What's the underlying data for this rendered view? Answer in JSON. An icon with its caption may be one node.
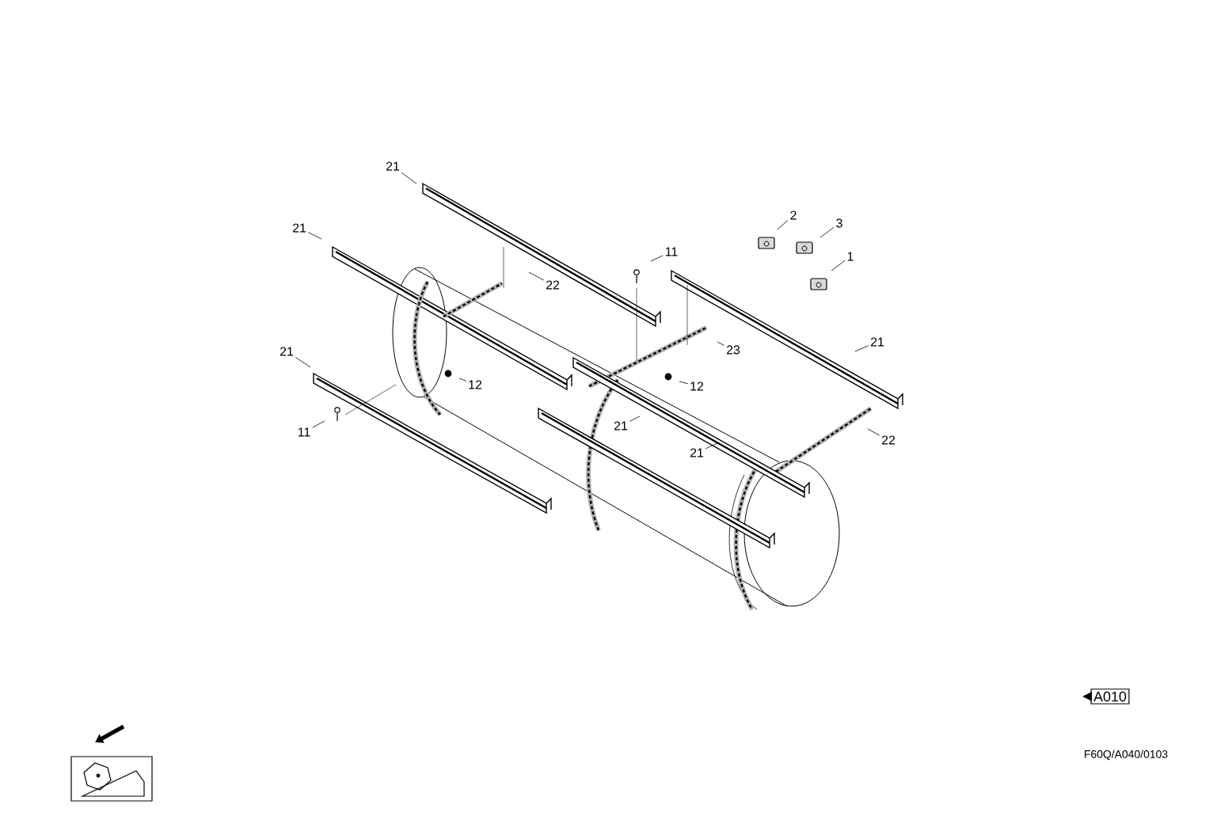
{
  "diagram": {
    "nodes": [
      {
        "text": [
          "21"
        ]
      },
      {
        "text": [
          "2"
        ]
      },
      {
        "text": [
          "3"
        ]
      },
      {
        "text": [
          "21"
        ]
      },
      {
        "text": [
          "11"
        ]
      },
      {
        "text": [
          "1"
        ]
      },
      {
        "text": [
          "22"
        ]
      },
      {
        "text": [
          "23"
        ]
      },
      {
        "text": [
          "21"
        ]
      },
      {
        "text": [
          "21"
        ]
      },
      {
        "text": [
          "12"
        ]
      },
      {
        "text": [
          "12"
        ]
      },
      {
        "text": [
          "21"
        ]
      },
      {
        "text": [
          "11"
        ]
      },
      {
        "text": [
          "22"
        ]
      },
      {
        "text": [
          "21"
        ]
      },
      {
        "text": [
          "A010"
        ]
      }
    ],
    "edges": [
      {
        "from": 0,
        "to": null,
        "arrow": "none"
      },
      {
        "from": 1,
        "to": null,
        "arrow": "none"
      },
      {
        "from": 2,
        "to": null,
        "arrow": "none"
      },
      {
        "from": 3,
        "to": null,
        "arrow": "none"
      },
      {
        "from": 4,
        "to": null,
        "arrow": "none"
      },
      {
        "from": 5,
        "to": null,
        "arrow": "none"
      },
      {
        "from": 6,
        "to": null,
        "arrow": "none"
      },
      {
        "from": 7,
        "to": null,
        "arrow": "none"
      },
      {
        "from": 8,
        "to": null,
        "arrow": "none"
      },
      {
        "from": 9,
        "to": null,
        "arrow": "none"
      },
      {
        "from": 10,
        "to": null,
        "arrow": "none"
      },
      {
        "from": 11,
        "to": null,
        "arrow": "none"
      },
      {
        "from": 12,
        "to": null,
        "arrow": "none"
      },
      {
        "from": 13,
        "to": null,
        "arrow": "none"
      },
      {
        "from": 14,
        "to": null,
        "arrow": "none"
      },
      {
        "from": 15,
        "to": null,
        "arrow": "none"
      }
    ],
    "labels": [
      "F60Q/A040/0103"
    ]
  }
}
